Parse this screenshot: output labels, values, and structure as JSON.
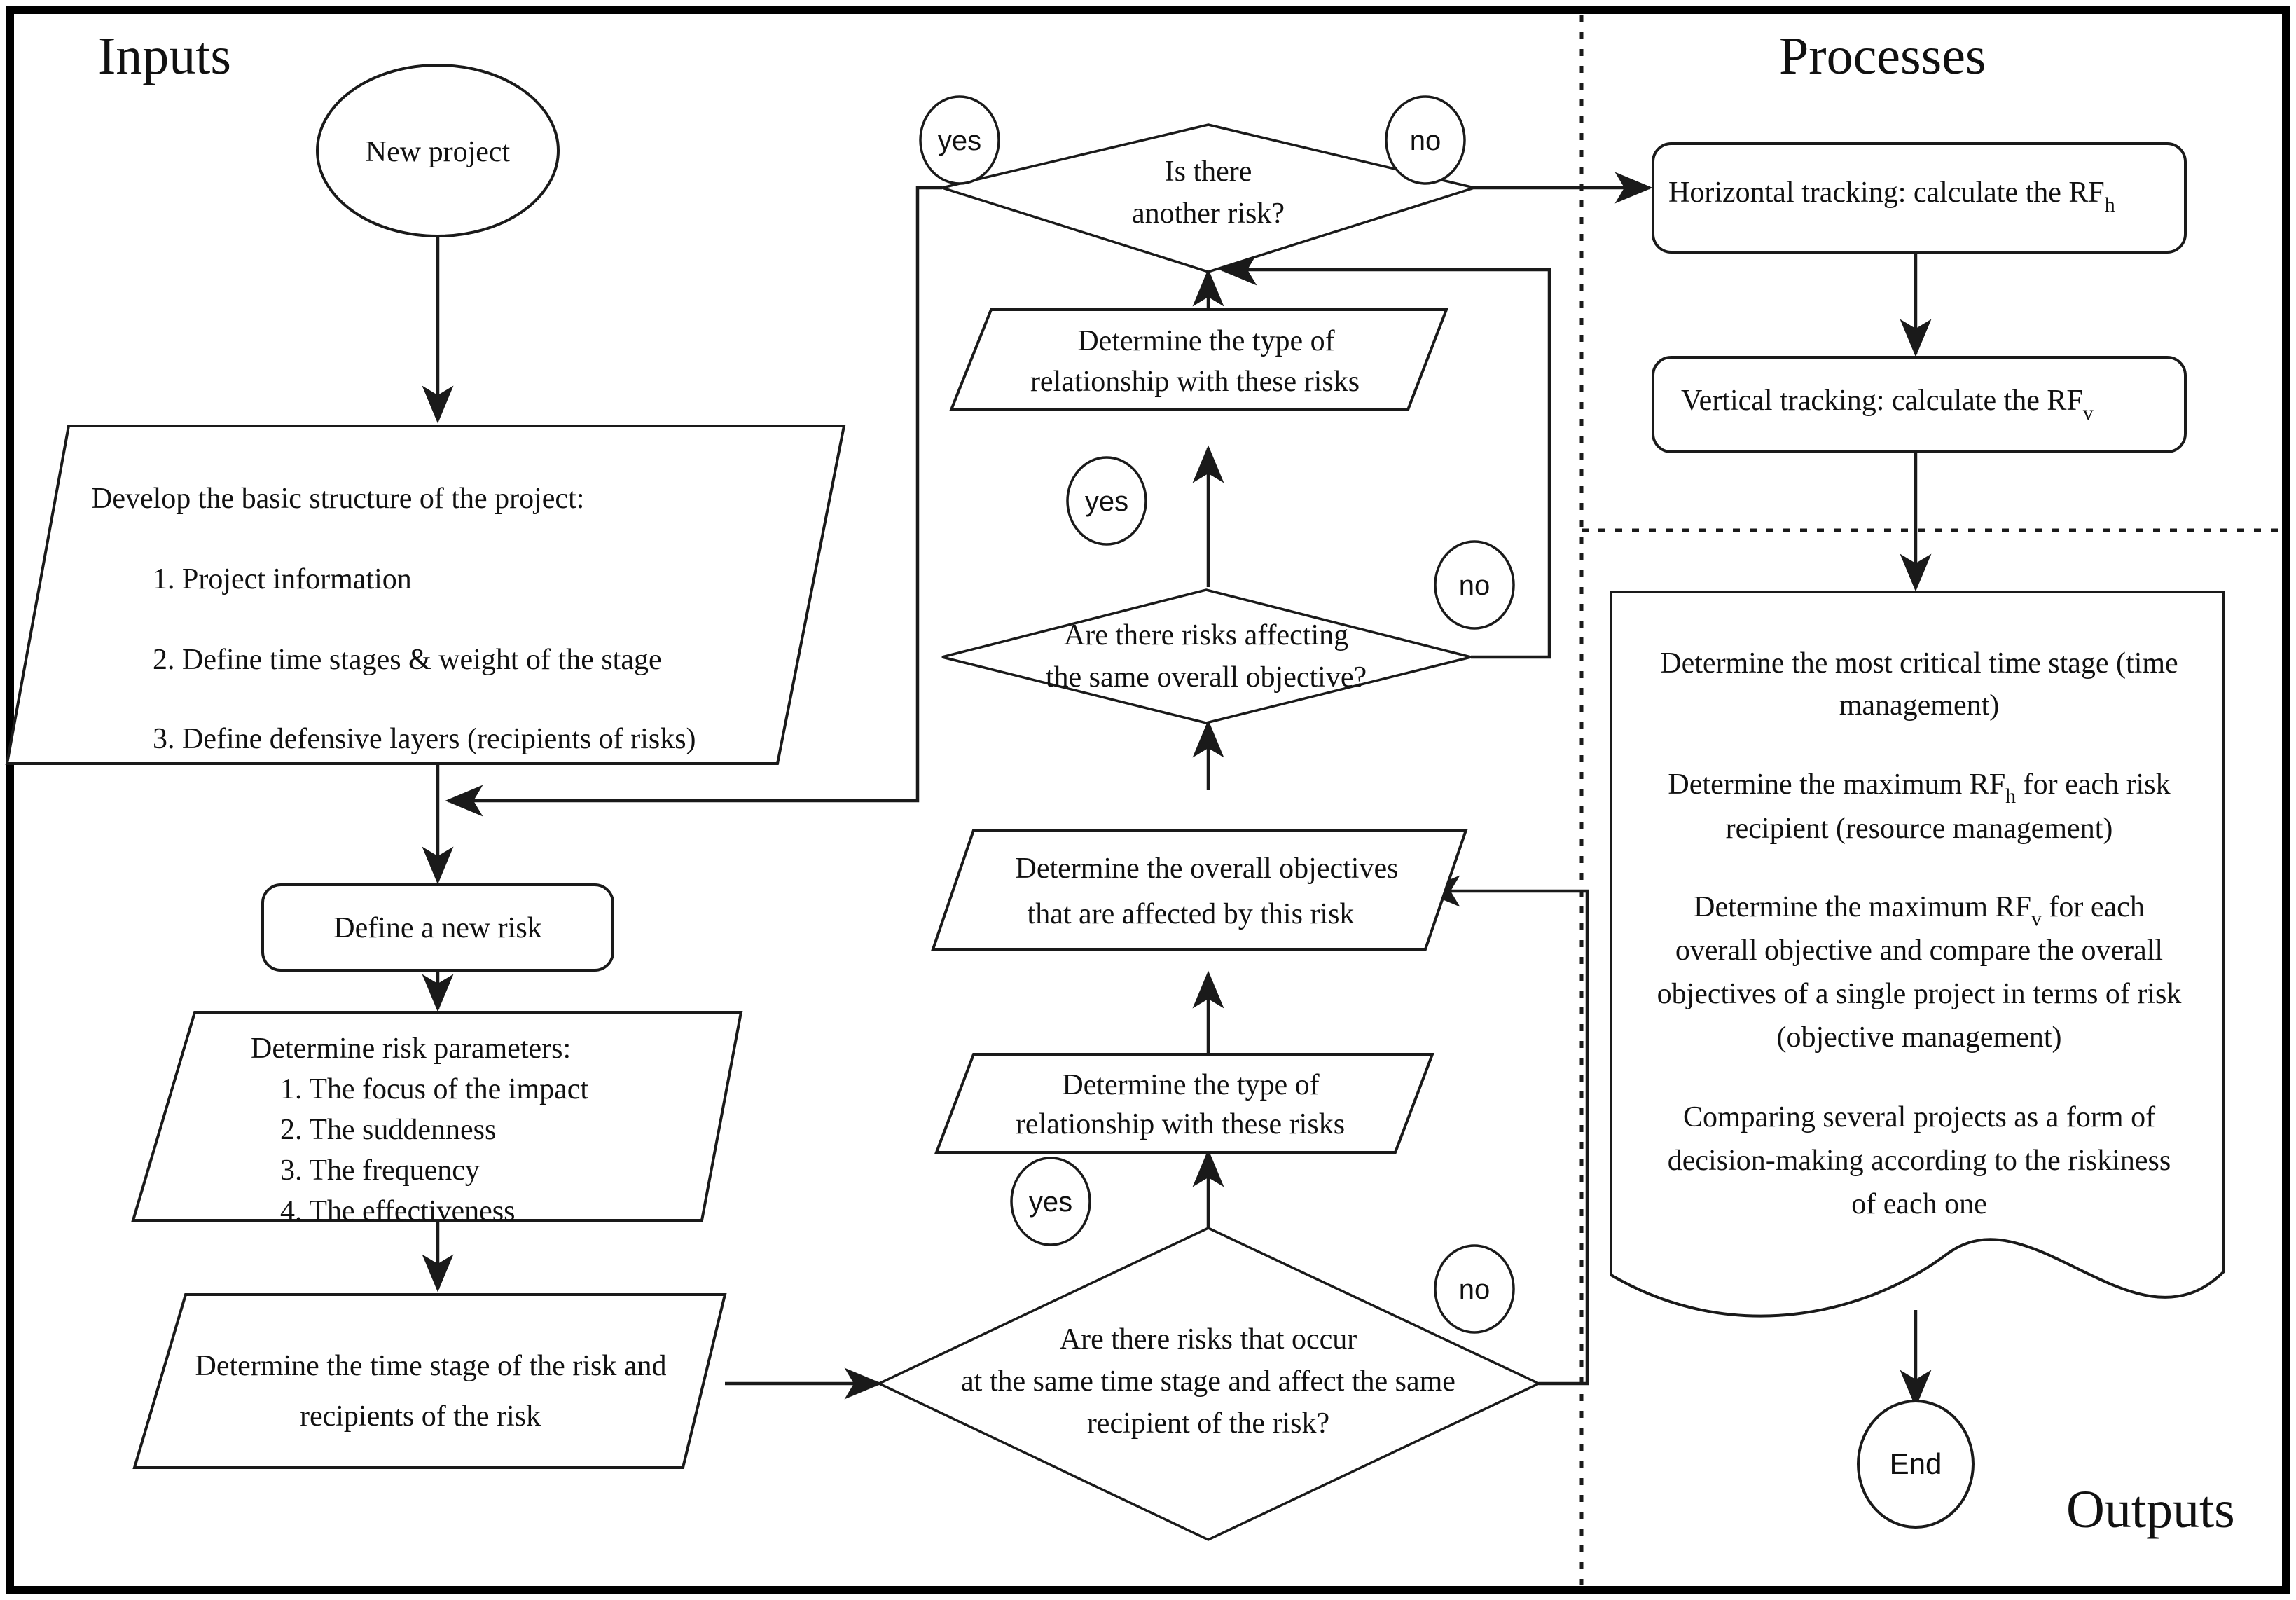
{
  "diagram": {
    "title_sections": {
      "inputs": "Inputs",
      "processes": "Processes",
      "outputs": "Outputs"
    },
    "nodes": {
      "start": {
        "label": "New project",
        "shape": "ellipse"
      },
      "develop_structure": {
        "shape": "parallelogram",
        "heading": "Develop the basic structure of the project:",
        "items": [
          "1. Project information",
          "2. Define time stages & weight of the stage",
          "3. Define defensive layers (recipients of risks)"
        ]
      },
      "define_risk": {
        "label": "Define a new risk",
        "shape": "rounded-rect"
      },
      "risk_parameters": {
        "shape": "parallelogram",
        "heading": "Determine risk parameters:",
        "items": [
          "1. The focus of the impact",
          "2. The suddenness",
          "3. The frequency",
          "4. The effectiveness"
        ]
      },
      "time_stage": {
        "shape": "parallelogram",
        "lines": [
          "Determine the time stage of the risk and",
          "recipients of the risk"
        ]
      },
      "decision_same_time_stage": {
        "shape": "diamond",
        "lines": [
          "Are there risks that occur",
          "at the same time stage and affect the same",
          "recipient of the risk?"
        ]
      },
      "relationship_lower": {
        "shape": "parallelogram",
        "lines": [
          "Determine the type of",
          "relationship with these risks"
        ]
      },
      "overall_objectives": {
        "shape": "parallelogram",
        "lines": [
          "Determine the overall objectives",
          "that are affected by this risk"
        ]
      },
      "decision_same_objective": {
        "shape": "diamond",
        "lines": [
          "Are there risks affecting",
          "the same overall objective?"
        ]
      },
      "relationship_upper": {
        "shape": "parallelogram",
        "lines": [
          "Determine the type of",
          "relationship with these risks"
        ]
      },
      "decision_another_risk": {
        "shape": "diamond",
        "lines": [
          "Is there",
          "another risk?"
        ]
      },
      "horizontal_tracking": {
        "shape": "rounded-rect",
        "text_main": "Horizontal tracking: calculate the RF",
        "text_sub": "h"
      },
      "vertical_tracking": {
        "shape": "rounded-rect",
        "text_main": "Vertical tracking: calculate the RF",
        "text_sub": "v"
      },
      "outputs_document": {
        "shape": "document",
        "paragraphs": [
          {
            "lines": [
              "Determine the most critical time stage (time",
              "management)"
            ]
          },
          {
            "lines": [
              "Determine the maximum RF|h| for each risk",
              "recipient (resource management)"
            ]
          },
          {
            "lines": [
              "Determine the maximum RF|v| for each",
              "overall objective and compare the overall",
              "objectives of a single project in terms of risk",
              "(objective management)"
            ]
          },
          {
            "lines": [
              "Comparing several projects as a form of",
              "decision-making according to the riskiness",
              "of each one"
            ]
          }
        ]
      },
      "end": {
        "label": "End",
        "shape": "ellipse"
      }
    },
    "edge_labels": {
      "another_risk_yes": "yes",
      "another_risk_no": "no",
      "same_objective_yes": "yes",
      "same_objective_no": "no",
      "same_time_stage_yes": "yes",
      "same_time_stage_no": "no"
    },
    "colors": {
      "stroke": "#1a1a1a",
      "frame": "#000000",
      "background": "#ffffff"
    }
  }
}
